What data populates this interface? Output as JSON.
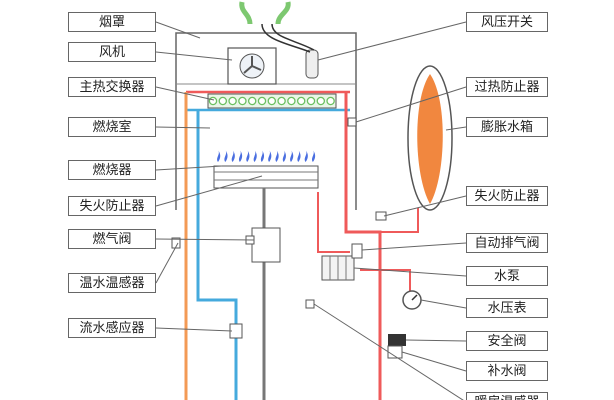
{
  "left_labels": [
    {
      "id": "hood",
      "text": "烟罩"
    },
    {
      "id": "fan",
      "text": "风机"
    },
    {
      "id": "main-heat-exchanger",
      "text": "主热交换器"
    },
    {
      "id": "combustion-chamber",
      "text": "燃烧室"
    },
    {
      "id": "burner",
      "text": "燃烧器"
    },
    {
      "id": "flame-failure-device",
      "text": "失火防止器"
    },
    {
      "id": "gas-valve",
      "text": "燃气阀"
    },
    {
      "id": "hot-water-temp-sensor",
      "text": "温水温感器"
    },
    {
      "id": "flow-sensor",
      "text": "流水感应器"
    }
  ],
  "right_labels": [
    {
      "id": "air-pressure-switch",
      "text": "风压开关"
    },
    {
      "id": "overheat-protector",
      "text": "过热防止器"
    },
    {
      "id": "expansion-tank",
      "text": "膨胀水箱"
    },
    {
      "id": "flame-failure-device-right",
      "text": "失火防止器"
    },
    {
      "id": "auto-air-vent",
      "text": "自动排气阀"
    },
    {
      "id": "water-pump",
      "text": "水泵"
    },
    {
      "id": "water-pressure-gauge",
      "text": "水压表"
    },
    {
      "id": "safety-valve",
      "text": "安全阀"
    },
    {
      "id": "refill-valve",
      "text": "补水阀"
    },
    {
      "id": "heating-temp-sensor",
      "text": "暖房温感器"
    }
  ],
  "colors": {
    "hot": "#ef5a5a",
    "cold": "#45aadd",
    "orange": "#f39a55",
    "vent": "#7dc870",
    "tank": "#f07a2a",
    "line": "#555555",
    "flame": "#4a6ee0"
  }
}
